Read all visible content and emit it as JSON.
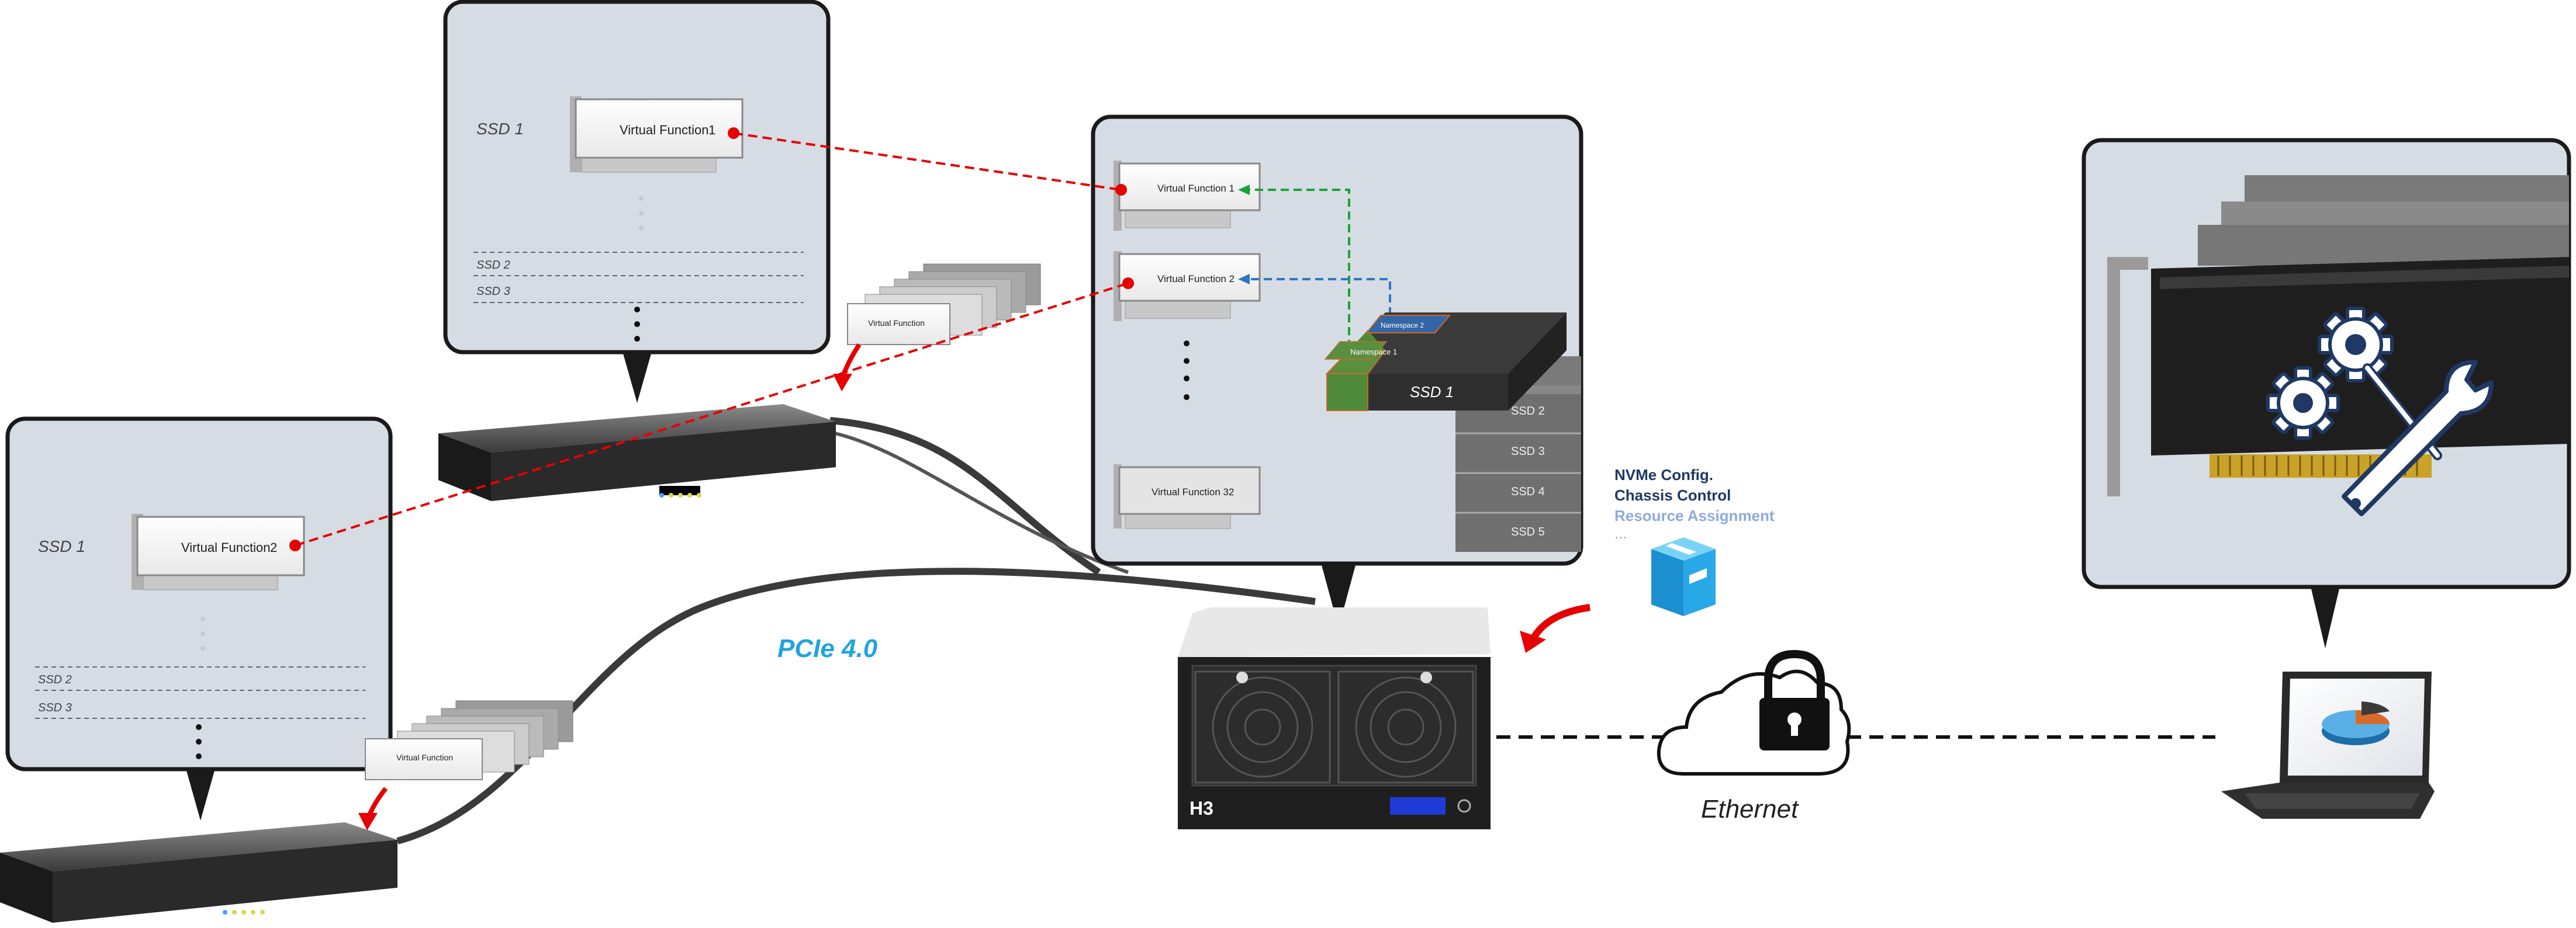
{
  "colors": {
    "panel_fill": "#d6dce4",
    "panel_stroke": "#1a1a1a",
    "link_red": "#e60000",
    "link_green": "#1aa33a",
    "link_blue": "#2e75c6",
    "pcie_label": "#21a4de",
    "menu_dark": "#1f3864",
    "menu_light": "#8eaadb",
    "namespace_green": "#4e8a3a",
    "namespace_blue": "#3465a4"
  },
  "icons": [
    "gear-icon",
    "wrench-icon",
    "cube-icon",
    "cloud-icon",
    "padlock-icon",
    "laptop-icon",
    "pie-chart-icon",
    "server-icon",
    "curved-arrow-icon"
  ],
  "host1": {
    "ssd_label": "SSD 1",
    "vf_label": "Virtual Function",
    "vf_number": "1",
    "ssd2": "SSD 2",
    "ssd3": "SSD 3",
    "stack_card_label": "Virtual Function"
  },
  "host2": {
    "ssd_label": "SSD 1",
    "vf_label": "Virtual Function",
    "vf_number": "2",
    "ssd2": "SSD 2",
    "ssd3": "SSD 3",
    "stack_card_label": "Virtual Function"
  },
  "chassis": {
    "vf1": "Virtual Function 1",
    "vf2": "Virtual Function 2",
    "vf32": "Virtual Function 32",
    "namespace1": "Namespace 1",
    "namespace2": "Namespace 2",
    "ssd_main": "SSD 1",
    "ssd_stack": [
      "SSD 2",
      "SSD 3",
      "SSD 4",
      "SSD 5"
    ],
    "brand": "H3"
  },
  "menu": {
    "item1": "NVMe Config.",
    "item2": "Chassis Control",
    "item3": "Resource Assignment",
    "item4": "..."
  },
  "labels": {
    "pcie": "PCIe 4.0",
    "ethernet": "Ethernet"
  }
}
